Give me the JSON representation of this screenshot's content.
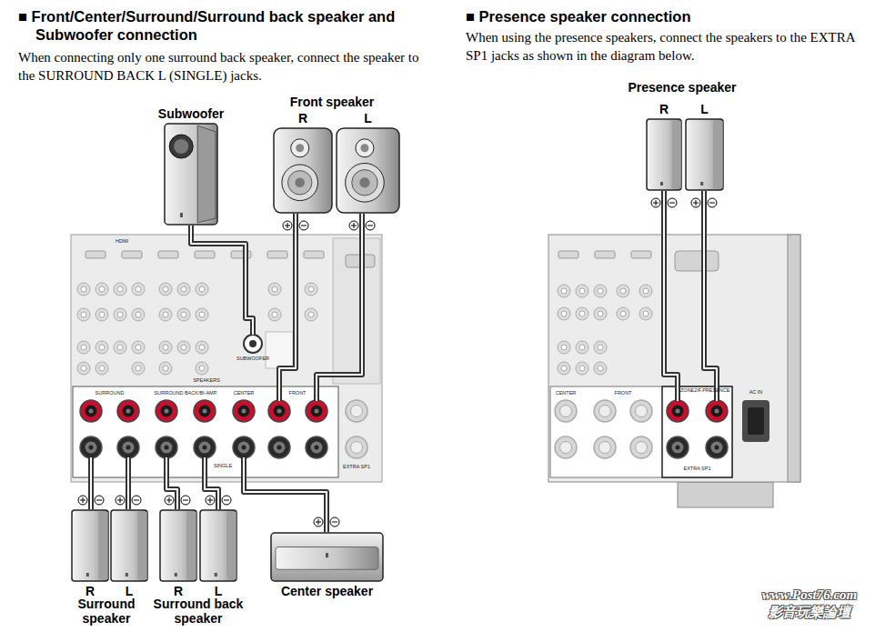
{
  "diagram": {
    "nodes": [
      {
        "text": [
          "HDMI"
        ]
      },
      {
        "text": [
          "SPEAKERS"
        ],
        "in": 0
      },
      {
        "text": [
          "AC IN"
        ]
      },
      {
        "text": [
          "ZONE2/F.PRESENCE",
          "EXTRA SP1"
        ],
        "in": 2
      },
      {
        "text": [
          "Subwoofer"
        ]
      },
      {
        "text": [
          "R"
        ]
      },
      {
        "text": [
          "L"
        ]
      },
      {
        "text": [
          "R"
        ]
      },
      {
        "text": [
          "L"
        ]
      },
      {
        "text": [
          "R"
        ]
      },
      {
        "text": [
          "L"
        ]
      },
      {
        "text": [
          "R"
        ]
      },
      {
        "text": [
          "L"
        ]
      },
      {
        "text": [
          "Center speaker"
        ]
      }
    ],
    "edges": [
      {
        "from": 4,
        "to": 0,
        "arrow": "none"
      },
      {
        "from": 5,
        "to": 1,
        "arrow": "none"
      },
      {
        "from": 6,
        "to": 1,
        "arrow": "none"
      },
      {
        "from": 9,
        "to": 1,
        "arrow": "none"
      },
      {
        "from": 10,
        "to": 1,
        "arrow": "none"
      },
      {
        "from": 11,
        "to": 1,
        "arrow": "none"
      },
      {
        "from": 12,
        "to": 1,
        "arrow": "none"
      },
      {
        "from": 13,
        "to": 1,
        "arrow": "none"
      },
      {
        "from": 7,
        "to": 3,
        "arrow": "none"
      },
      {
        "from": 8,
        "to": 3,
        "arrow": "none"
      }
    ],
    "labels": [
      "■ Front/Center/Surround/Surround back speaker and Subwoofer connection",
      "When connecting only one surround back speaker, connect the speaker to the SURROUND BACK L (SINGLE) jacks.",
      "■ Presence speaker connection",
      "When using the presence speakers, connect the speakers to the EXTRA SP1 jacks as shown in the diagram below.",
      "Front speaker",
      "Presence speaker",
      "Surround speaker",
      "Surround back speaker",
      "SURROUND",
      "SURROUND BACK/BI-AMP",
      "CENTER",
      "FRONT",
      "SINGLE",
      "EXTRA SP1",
      "SUBWOOFER",
      "CENTER",
      "FRONT",
      "www.Post76.com",
      "影音玩樂論壇"
    ]
  }
}
